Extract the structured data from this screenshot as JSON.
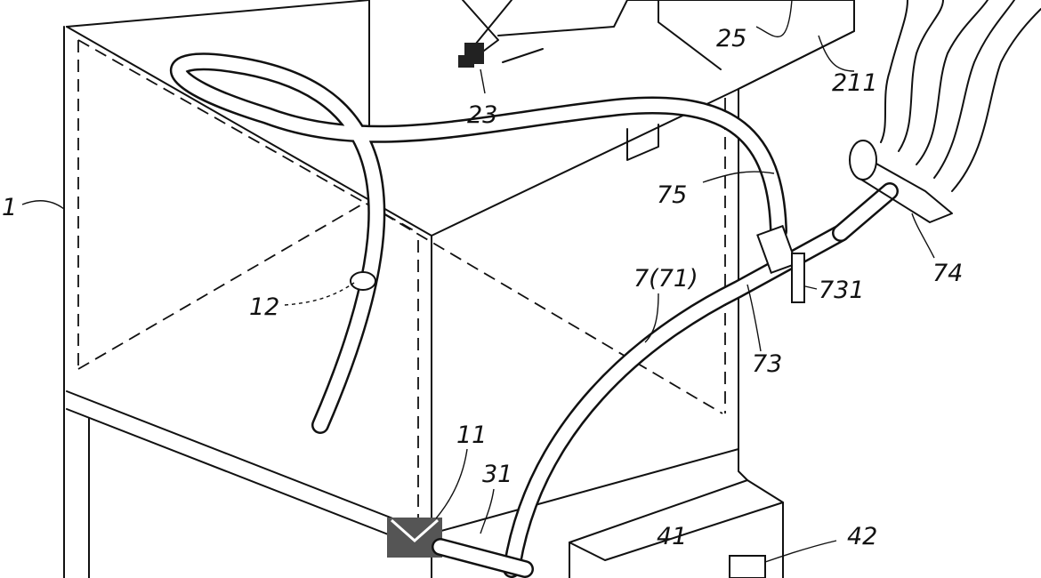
{
  "figure": {
    "labels": {
      "l1": "1",
      "l12": "12",
      "l23": "23",
      "l25": "25",
      "l211": "211",
      "l75": "75",
      "l74": "74",
      "l731": "731",
      "l7_71": "7(71)",
      "l73": "73",
      "l11": "11",
      "l31": "31",
      "l41": "41",
      "l42": "42"
    }
  }
}
